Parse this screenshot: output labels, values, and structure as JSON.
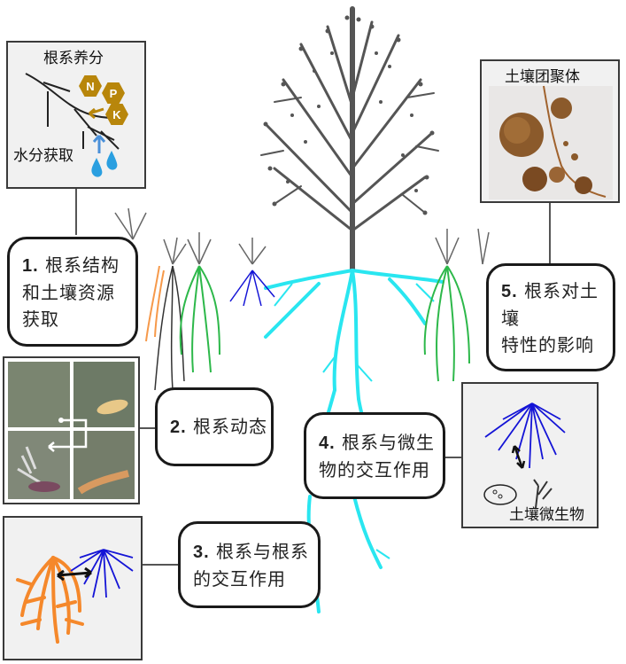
{
  "colors": {
    "tree": "#555555",
    "cyan_roots": "#29e6f0",
    "green_roots": "#2db84a",
    "blue_roots": "#1414d6",
    "orange_roots": "#f5882b",
    "black_roots": "#333333",
    "nutrient_hex": "#b8860b",
    "water_drop": "#2a9fe0",
    "panel_bg": "#f1f1f1"
  },
  "panels": {
    "nutrients": {
      "title": "根系养分",
      "water_label": "水分获取",
      "nutrient_hexes": [
        "N",
        "P",
        "K"
      ],
      "icons": [
        "root-branch",
        "arrow-left",
        "arrow-up",
        "water-drops"
      ]
    },
    "aggregates": {
      "title": "土壤团聚体",
      "image": "root-with-soil-clumps-photo"
    },
    "dynamics": {
      "image": "minirhizotron-2x2-image-grid"
    },
    "root_root": {
      "image": "orange-and-blue-root-systems-overlap"
    },
    "microbes": {
      "label": "土壤微生物",
      "icons": [
        "blue-root-system",
        "double-arrow",
        "bacterium",
        "fungal-hyphae"
      ]
    }
  },
  "callouts": [
    {
      "num": "1.",
      "text": "根系结构和土壤资源获取",
      "lines": [
        "根系结构",
        "和土壤资源",
        "获取"
      ]
    },
    {
      "num": "2.",
      "text": "根系动态",
      "lines": [
        "根系动态"
      ]
    },
    {
      "num": "3.",
      "text": "根系与根系的交互作用",
      "lines": [
        "根系与根系",
        "的交互作用"
      ]
    },
    {
      "num": "4.",
      "text": "根系与微生物的交互作用",
      "lines": [
        "根系与微生",
        "物的交互作用"
      ]
    },
    {
      "num": "5.",
      "text": "根系对土壤特性的影响",
      "lines": [
        "根系对土壤",
        "特性的影响"
      ]
    }
  ],
  "central_illustration": {
    "tree": "deciduous-tree-with-cyan-root-system",
    "plants": [
      "grass-black-roots",
      "grass-green-roots-left",
      "herb-blue-roots",
      "grass-green-roots-right",
      "herb-blue-roots-right"
    ]
  }
}
